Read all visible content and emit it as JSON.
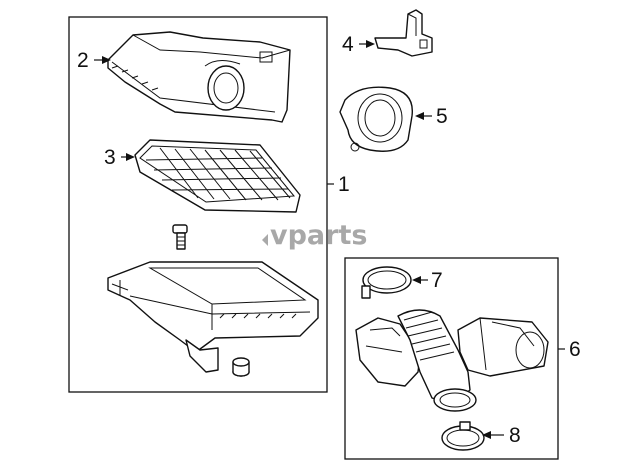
{
  "watermark": "vparts",
  "callouts": {
    "c1": "1",
    "c2": "2",
    "c3": "3",
    "c4": "4",
    "c5": "5",
    "c6": "6",
    "c7": "7",
    "c8": "8"
  },
  "colors": {
    "line": "#111111",
    "background": "#ffffff",
    "watermark": "#9a9a9a"
  }
}
